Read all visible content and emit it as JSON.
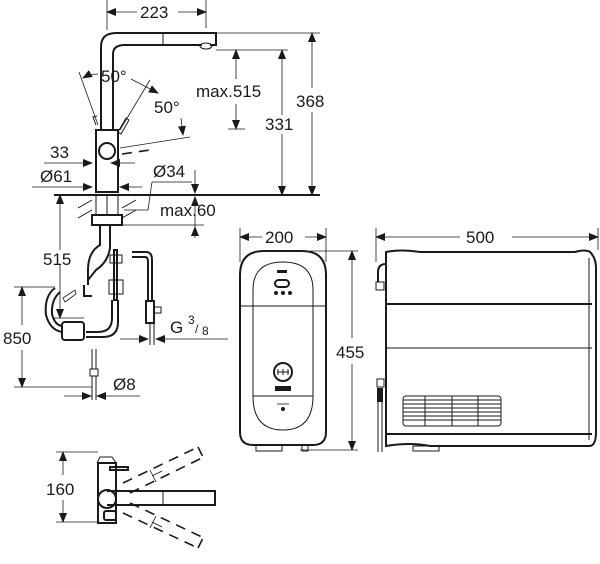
{
  "drawing": {
    "faucet_side_view": {
      "dimensions": {
        "spout_reach": "223",
        "lever_angle_left": "50°",
        "lever_angle_right": "50°",
        "max_pullout": "max.515",
        "spout_height": "331",
        "total_height": "368",
        "body_width": "33",
        "base_diameter": "Ø61",
        "mount_hole_diameter": "Ø34",
        "max_counter_thickness": "max.60",
        "hose_length": "515",
        "supply_length": "850",
        "connection_thread_main": "G",
        "connection_thread_sup": "3",
        "connection_thread_sub": "8",
        "pipe_diameter": "Ø8"
      }
    },
    "faucet_top_view": {
      "dimensions": {
        "depth": "160"
      }
    },
    "boiler_front_view": {
      "dimensions": {
        "width": "200",
        "height": "455"
      }
    },
    "boiler_side_view": {
      "dimensions": {
        "length": "500"
      }
    }
  }
}
